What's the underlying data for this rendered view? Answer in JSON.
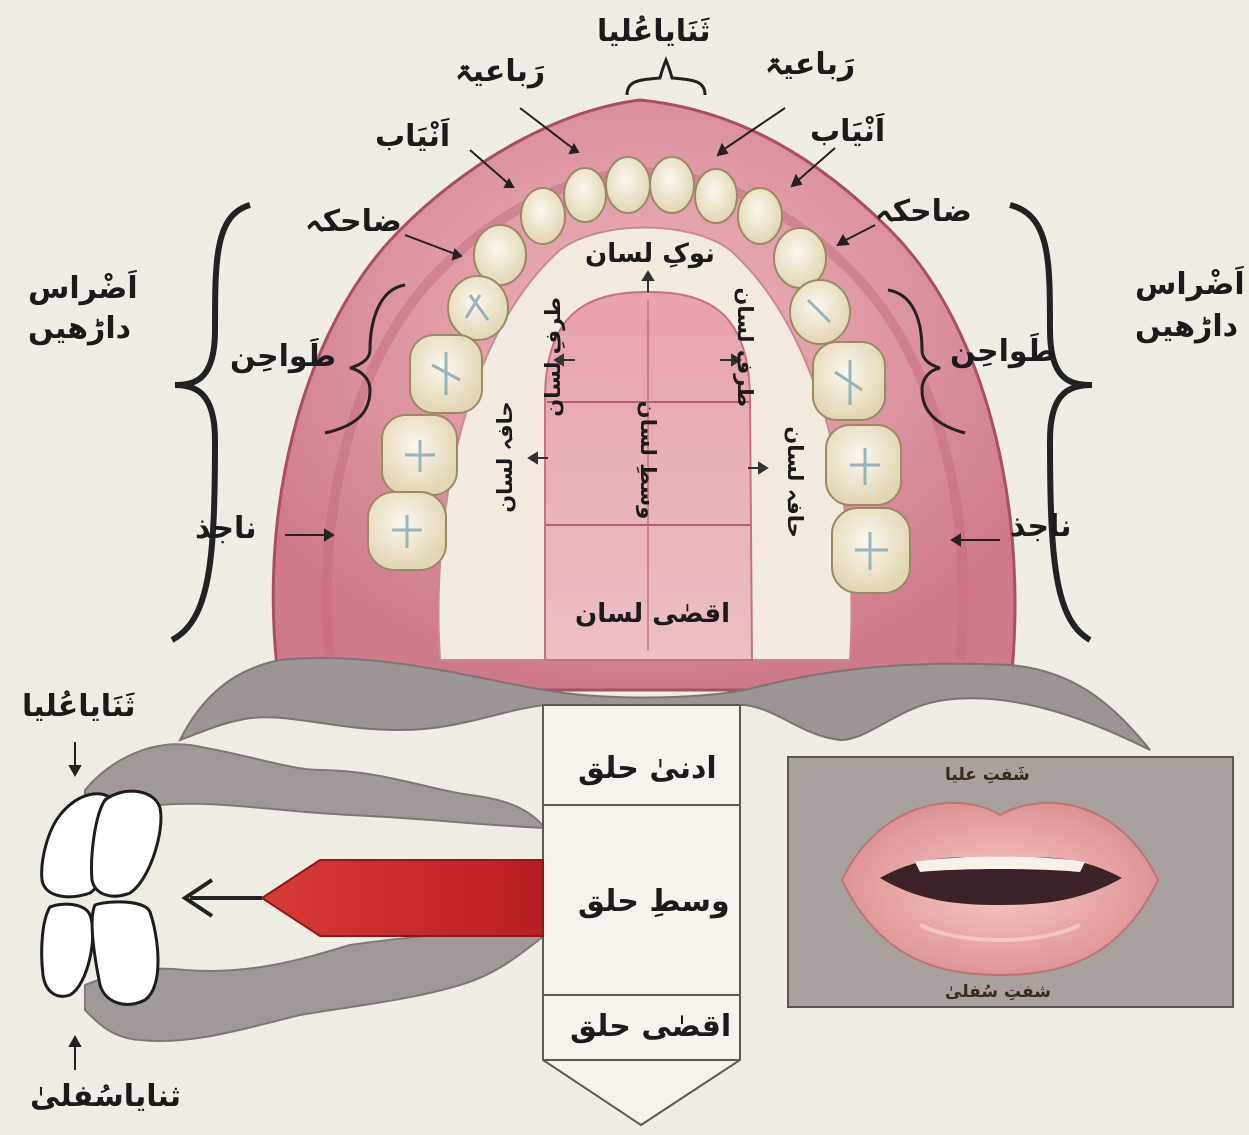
{
  "labels": {
    "thanaya_ulya_top": "ثَنَایاعُلیا",
    "rubaiya_left": "رَباعیۃ",
    "rubaiya_right": "رَباعیۃ",
    "anyab_left": "اَنْیَاب",
    "anyab_right": "اَنْیَاب",
    "dahika_left": "ضاحکہ",
    "dahika_right": "ضاحکہ",
    "adras_left_line1": "اَضْراس",
    "adras_left_line2": "داڑھیں",
    "adras_right_line1": "اَضْراس",
    "adras_right_line2": "داڑھیں",
    "tawahin_left": "طَواحِن",
    "tawahin_right": "طَواحِن",
    "najidh_left": "ناجذ",
    "najidh_right": "ناجذ",
    "nok_lisan": "نوکِ لسان",
    "taraf_lisan_left": "طرفِ لسان",
    "taraf_lisan_right": "طرفِ لسان",
    "hafa_lisan_left": "حافہ لسان",
    "hafa_lisan_right": "حافہ لسان",
    "wast_lisan": "وسطِ لسان",
    "aqsa_lisan": "اقصٰی لسان",
    "adna_halq": "ادنیٰ حلق",
    "wast_halq": "وسطِ حلق",
    "aqsa_halq": "اقصٰی حلق",
    "thanaya_ulya_side": "ثَنَایاعُلیا",
    "thanaya_sufla_side": "ثنایاسُفلیٰ",
    "shafat_ulya": "شَفتِ علیا",
    "shafat_sufla": "شفتِ سُفلیٰ"
  },
  "colors": {
    "gum": "#d98a97",
    "gum_dark": "#b85a6c",
    "tongue": "#e8a9b3",
    "tooth": "#f5efdc",
    "throat_gray": "#9c9290",
    "airflow_red": "#c72a2a",
    "lips": "#e9a7a7",
    "lip_bg": "#a7a19d"
  }
}
